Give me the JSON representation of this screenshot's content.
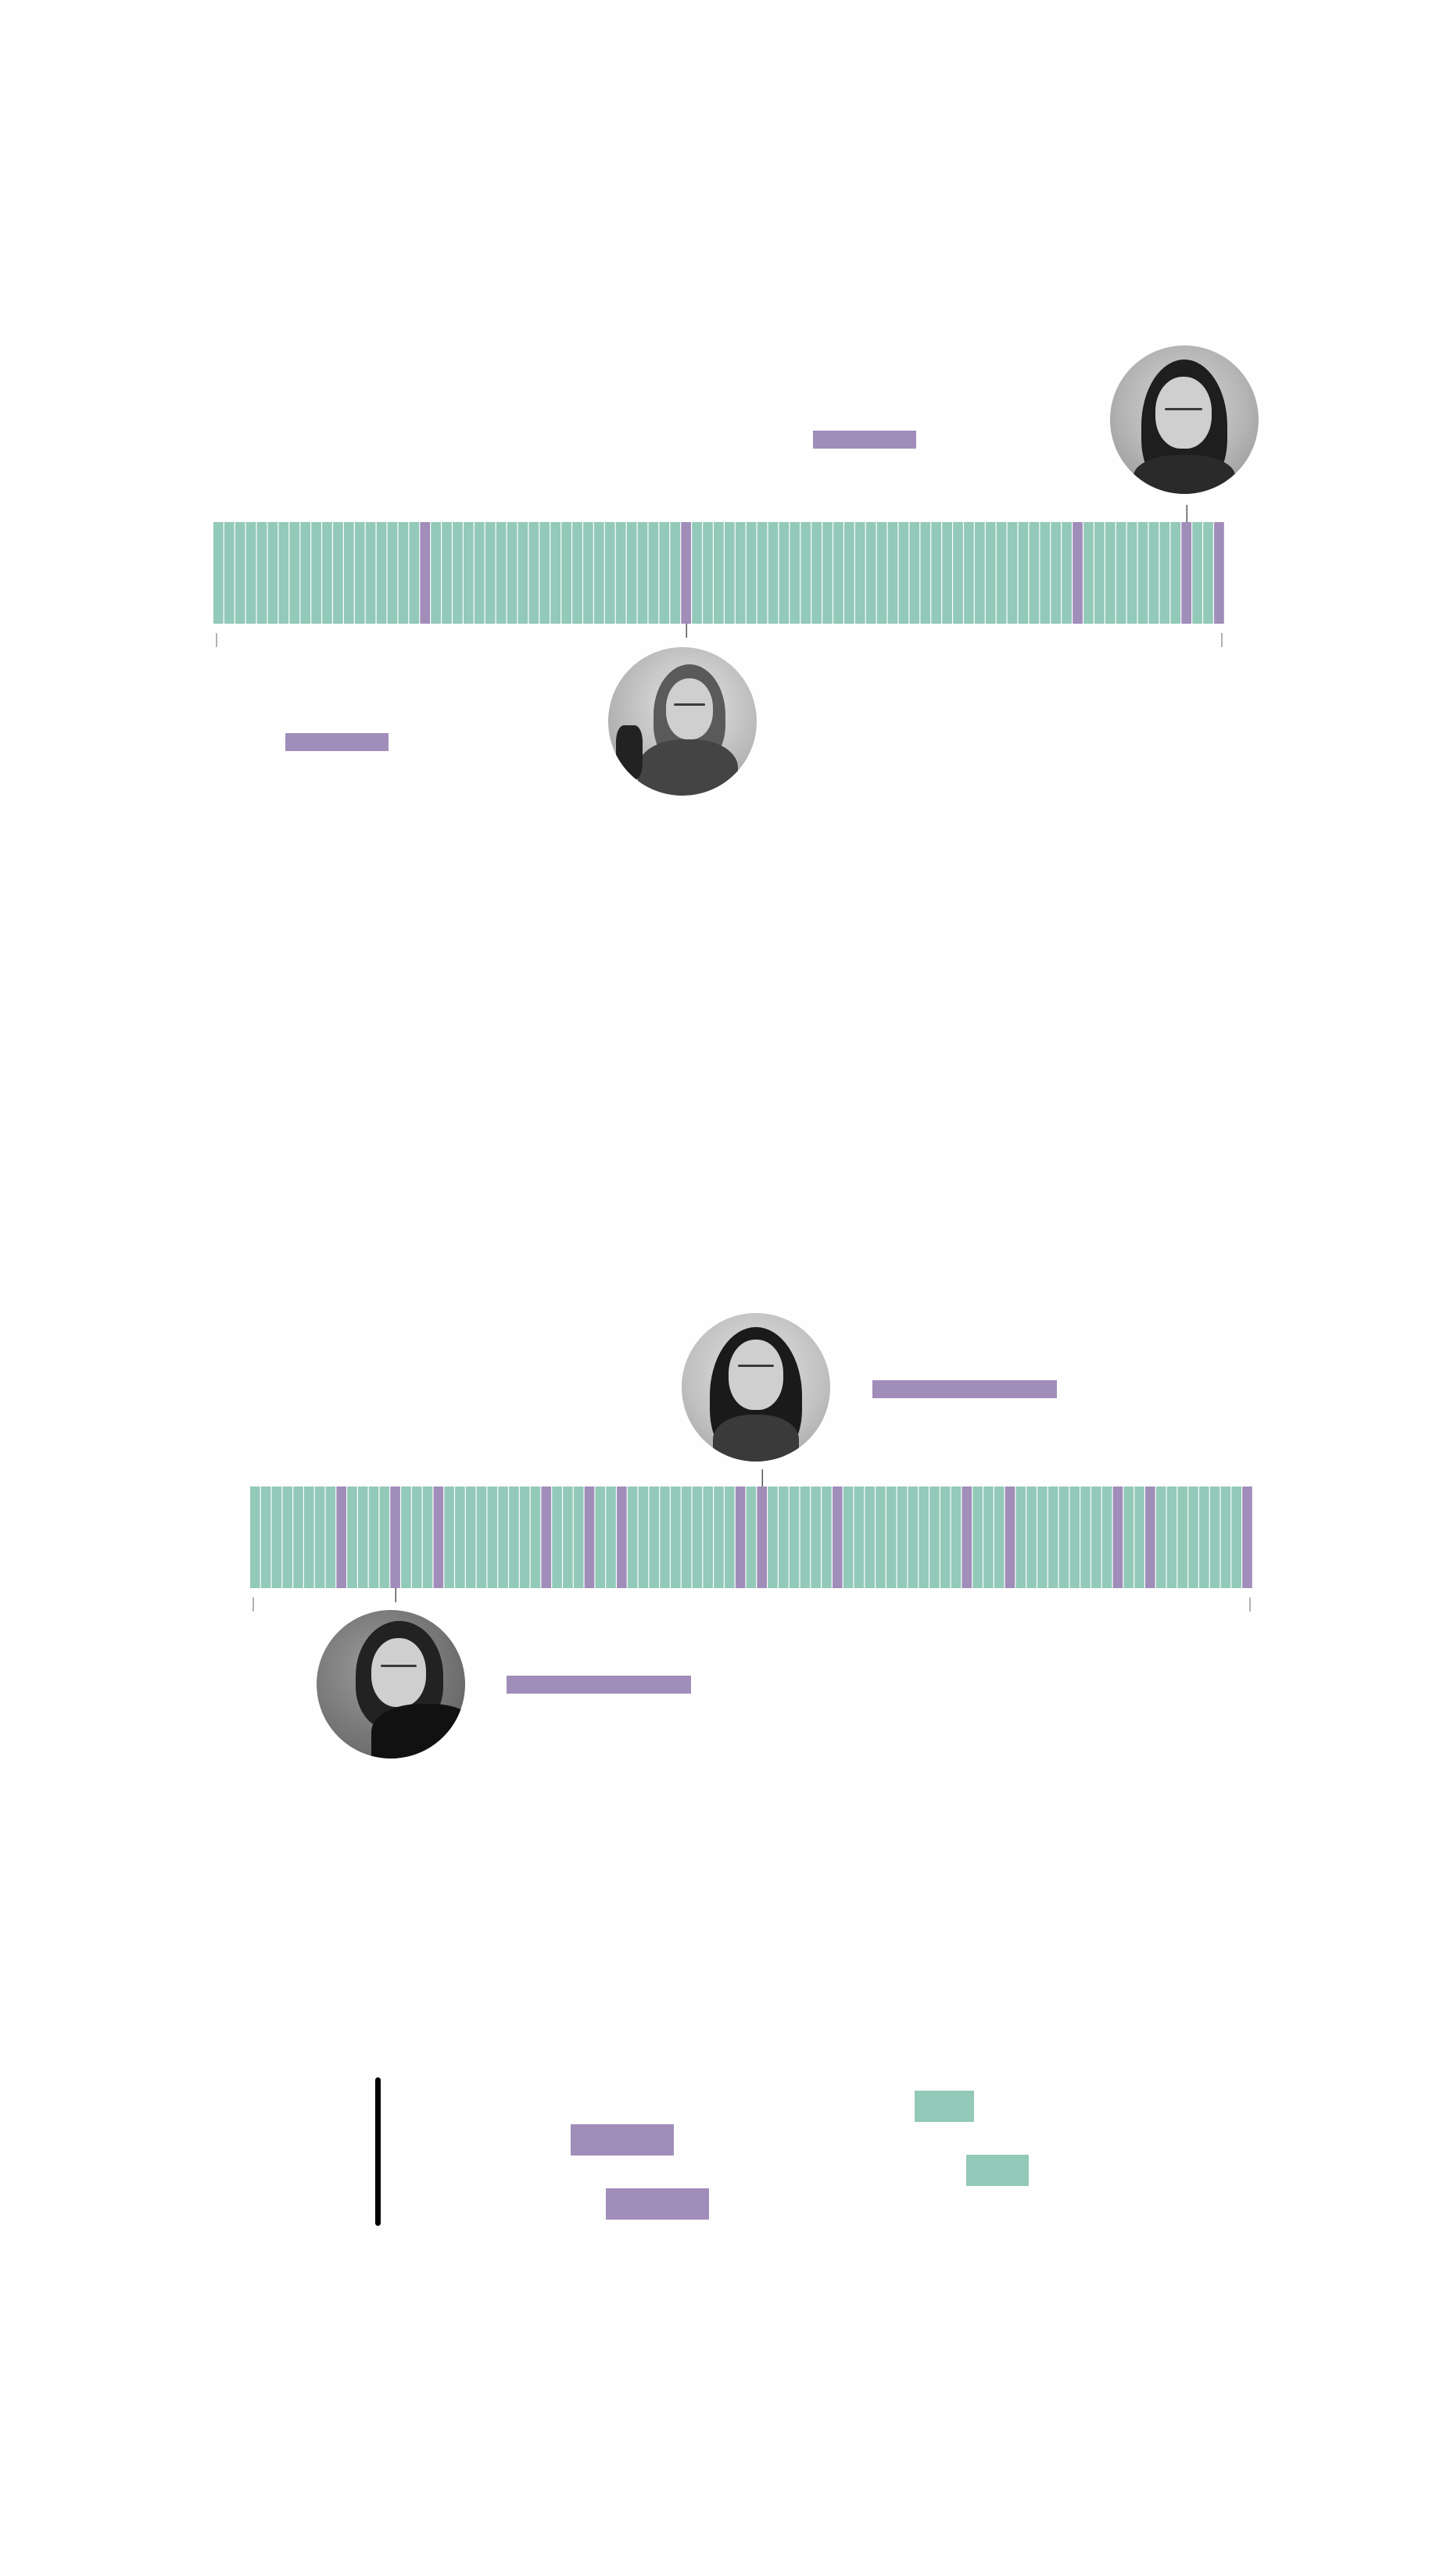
{
  "colors": {
    "nominee_male": "#93c9b9",
    "nominee_female": "#a08db9",
    "stripe": "#ffffff",
    "marker": "#555555"
  },
  "chart_data": [
    {
      "type": "bar",
      "title": "",
      "subtitle": "",
      "total": 93,
      "female_positions": [
        19,
        43,
        79,
        89,
        92
      ],
      "highlights": [
        {
          "position": 89,
          "side": "top",
          "photo": "portrait-winner-1"
        },
        {
          "position": 43,
          "side": "bottom",
          "photo": "portrait-winner-2"
        }
      ],
      "labels": [
        "",
        ""
      ]
    },
    {
      "type": "bar",
      "title": "",
      "subtitle": "",
      "total": 93,
      "female_positions": [
        8,
        13,
        17,
        27,
        31,
        34,
        45,
        47,
        54,
        66,
        70,
        80,
        83,
        92
      ],
      "highlights": [
        {
          "position": 47,
          "side": "top",
          "photo": "portrait-winner-3"
        },
        {
          "position": 13,
          "side": "bottom",
          "photo": "portrait-winner-4"
        }
      ],
      "labels": [
        "",
        ""
      ]
    }
  ],
  "legend": {
    "items": [
      {
        "label": "",
        "color": "#a08db9"
      },
      {
        "label": "",
        "color": "#a08db9"
      },
      {
        "label": "",
        "color": "#93c9b9"
      },
      {
        "label": "",
        "color": "#93c9b9"
      }
    ]
  }
}
